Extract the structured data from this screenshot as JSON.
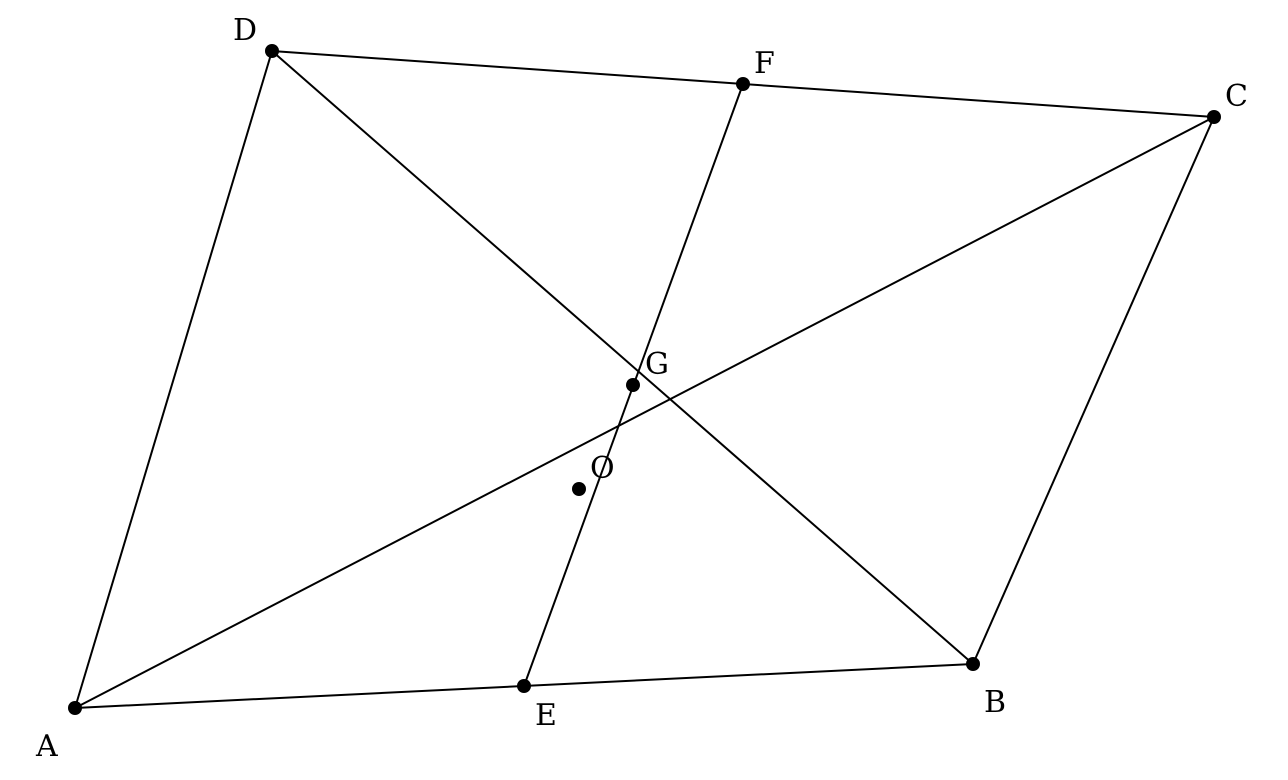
{
  "points": [
    {
      "id": "A",
      "label": "A"
    },
    {
      "id": "B",
      "label": "B"
    },
    {
      "id": "C",
      "label": "C"
    },
    {
      "id": "D",
      "label": "D"
    },
    {
      "id": "E",
      "label": "E"
    },
    {
      "id": "F",
      "label": "F"
    },
    {
      "id": "G",
      "label": "G"
    },
    {
      "id": "O",
      "label": "O"
    }
  ],
  "segments": [
    [
      "A",
      "B"
    ],
    [
      "B",
      "C"
    ],
    [
      "C",
      "D"
    ],
    [
      "D",
      "A"
    ],
    [
      "A",
      "C"
    ],
    [
      "D",
      "B"
    ],
    [
      "E",
      "F"
    ]
  ],
  "colors": {
    "stroke": "#000000",
    "point": "#000000",
    "label": "#000000",
    "background": "#ffffff"
  }
}
